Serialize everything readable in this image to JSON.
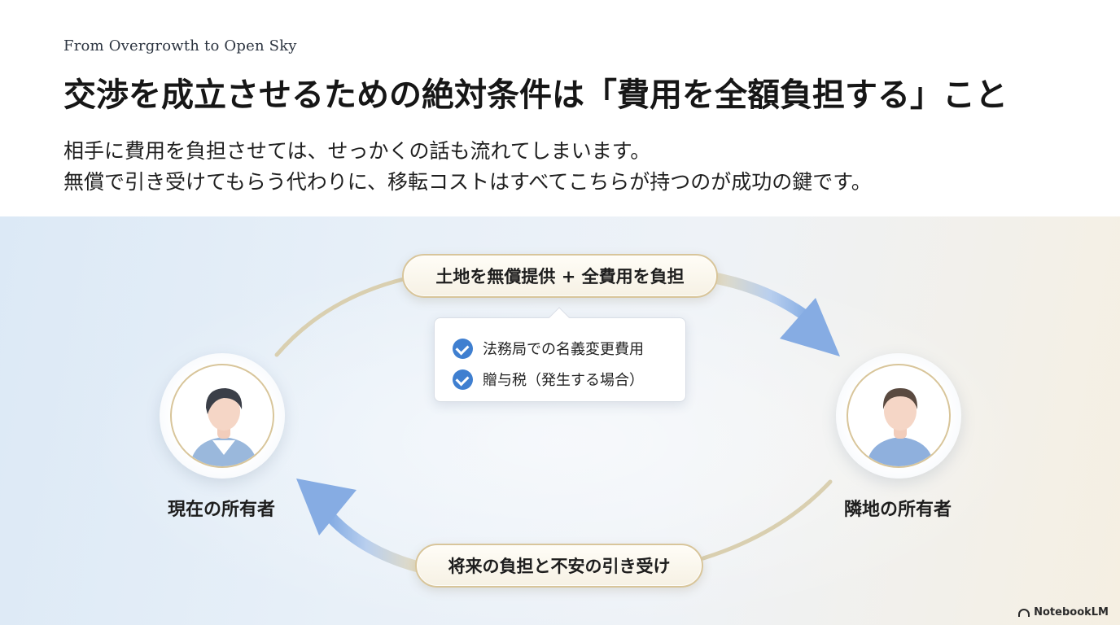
{
  "header": {
    "kicker": "From Overgrowth to Open Sky",
    "title": "交渉を成立させるための絶対条件は「費用を全額負担する」こと",
    "lead_line1": "相手に費用を負担させては、せっかくの話も流れてしまいます。",
    "lead_line2": "無償で引き受けてもらう代わりに、移転コストはすべてこちらが持つのが成功の鍵です。"
  },
  "diagram": {
    "top_pill": "土地を無償提供 + 全費用を負担",
    "callout_items": [
      "法務局での名義変更費用",
      "贈与税（発生する場合）"
    ],
    "bottom_pill": "将来の負担と不安の引き受け",
    "left_party": "現在の所有者",
    "right_party": "隣地の所有者"
  },
  "footer": {
    "brand": "NotebookLM"
  },
  "colors": {
    "accent_blue": "#3f7fd0",
    "arrow_blue": "#8fb4e6",
    "gold_border": "#d8c59a"
  }
}
